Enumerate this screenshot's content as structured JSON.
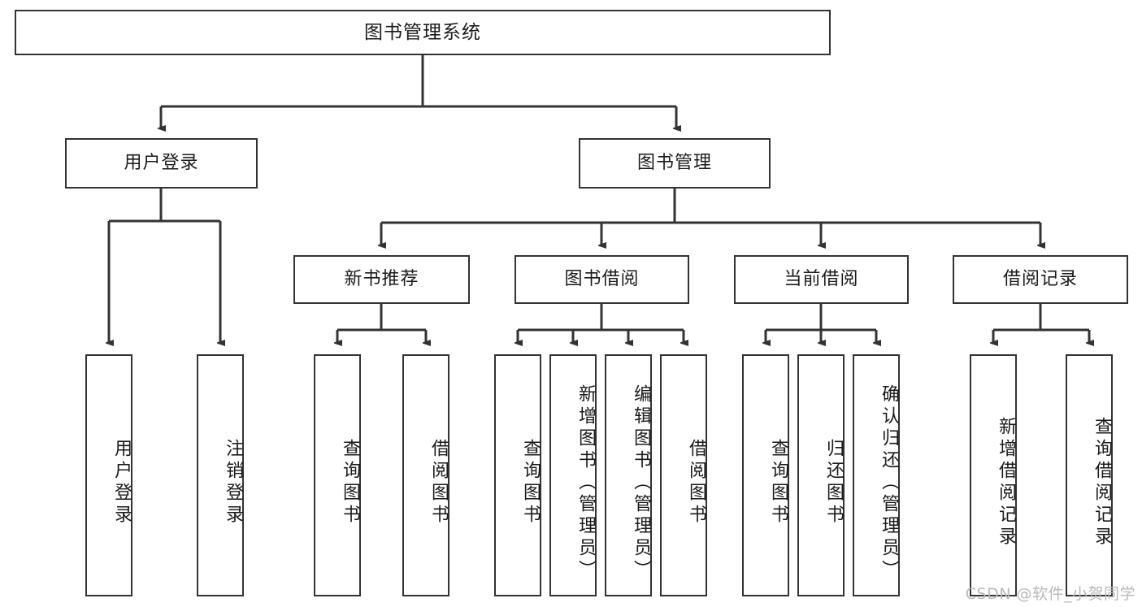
{
  "diagram": {
    "title": "图书管理系统",
    "stroke_color": "#333333",
    "background_color": "#ffffff",
    "root": {
      "label": "图书管理系统"
    },
    "level2": [
      {
        "label": "用户登录"
      },
      {
        "label": "图书管理"
      }
    ],
    "level3": [
      {
        "label": "新书推荐"
      },
      {
        "label": "图书借阅"
      },
      {
        "label": "当前借阅"
      },
      {
        "label": "借阅记录"
      }
    ],
    "leaves": [
      {
        "label": "用户登录"
      },
      {
        "label": "注销登录"
      },
      {
        "label": "查询图书"
      },
      {
        "label": "借阅图书"
      },
      {
        "label": "查询图书"
      },
      {
        "label": "新增图书（管理员）"
      },
      {
        "label": "编辑图书（管理员）"
      },
      {
        "label": "借阅图书"
      },
      {
        "label": "查询图书"
      },
      {
        "label": "归还图书"
      },
      {
        "label": "确认归还（管理员）"
      },
      {
        "label": "新增借阅记录"
      },
      {
        "label": "查询借阅记录"
      }
    ]
  },
  "watermark": {
    "text": "CSDN @软件_小贺同学"
  }
}
